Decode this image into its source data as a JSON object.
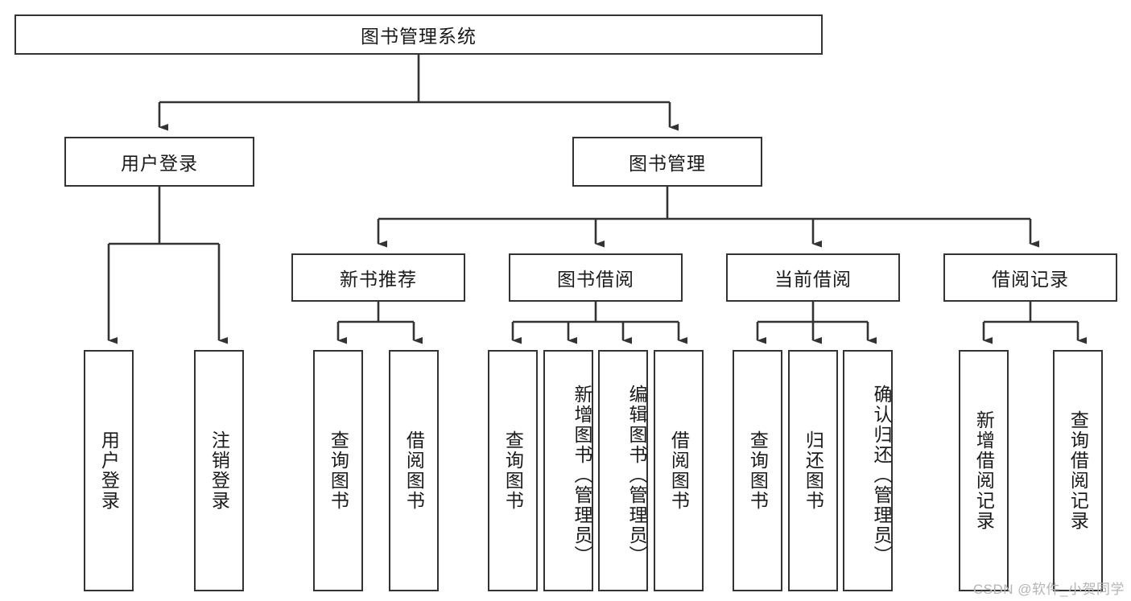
{
  "diagram": {
    "title": "图书管理系统",
    "type": "tree-hierarchy-diagram",
    "colors": {
      "box_border": "#333333",
      "box_fill": "#ffffff",
      "connector": "#333333",
      "text": "#1a1a1a",
      "watermark": "#b4b4b4"
    },
    "root": {
      "label": "图书管理系统"
    },
    "level2": [
      {
        "label": "用户登录"
      },
      {
        "label": "图书管理"
      }
    ],
    "level3": [
      {
        "label": "新书推荐"
      },
      {
        "label": "图书借阅"
      },
      {
        "label": "当前借阅"
      },
      {
        "label": "借阅记录"
      }
    ],
    "leaves": {
      "user_login": [
        {
          "label": "用户登录"
        },
        {
          "label": "注销登录"
        }
      ],
      "new_book_recommend": [
        {
          "label": "查询图书"
        },
        {
          "label": "借阅图书"
        }
      ],
      "book_borrow": [
        {
          "label": "查询图书"
        },
        {
          "label": "新增图书（管理员）"
        },
        {
          "label": "编辑图书（管理员）"
        },
        {
          "label": "借阅图书"
        }
      ],
      "current_borrow": [
        {
          "label": "查询图书"
        },
        {
          "label": "归还图书"
        },
        {
          "label": "确认归还（管理员）"
        }
      ],
      "borrow_record": [
        {
          "label": "新增借阅记录"
        },
        {
          "label": "查询借阅记录"
        }
      ]
    }
  },
  "watermark": {
    "text": "CSDN @软件_小贺同学"
  }
}
